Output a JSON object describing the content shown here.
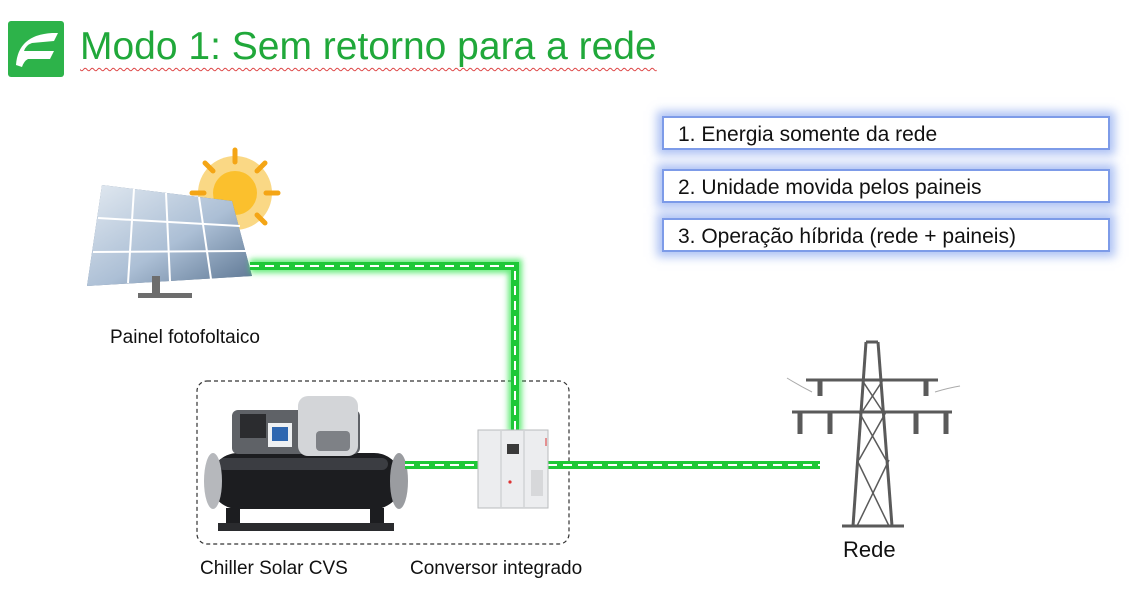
{
  "header": {
    "title": "Modo 1: Sem retorno para a rede"
  },
  "options": [
    "1. Energia somente da rede",
    "2. Unidade movida pelos paineis",
    "3. Operação híbrida (rede + paineis)"
  ],
  "labels": {
    "panel": "Painel fotofoltaico",
    "chiller": "Chiller Solar CVS",
    "converter": "Conversor integrado",
    "grid": "Rede"
  },
  "colors": {
    "title": "#20a83a",
    "logo": "#2db34a",
    "power_line": "#1ec837",
    "option_border": "#7d9be8"
  }
}
